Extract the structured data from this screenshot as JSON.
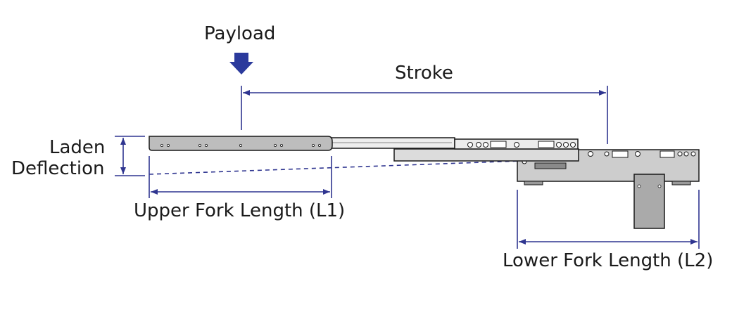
{
  "labels": {
    "payload": "Payload",
    "stroke": "Stroke",
    "laden_deflection_line1": "Laden",
    "laden_deflection_line2": "Deflection",
    "upper_fork_length": "Upper Fork Length (L1)",
    "lower_fork_length": "Lower Fork Length (L2)"
  },
  "colors": {
    "dimension_line": "#2f3590",
    "payload_arrow": "#2b3a9c",
    "outline": "#1a1a1a",
    "body_fill": "#cdcdcd",
    "fork_fill": "#bdbdbd",
    "rail_fill": "#eeeeee",
    "bracket_fill": "#aaaaaa"
  }
}
